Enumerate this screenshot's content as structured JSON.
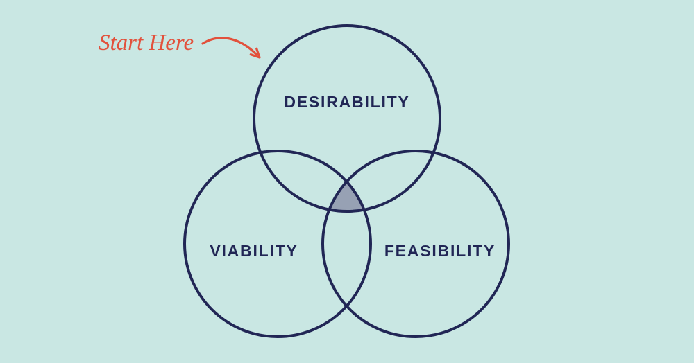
{
  "diagram": {
    "type": "venn",
    "annotation": {
      "label": "Start Here",
      "points_to": "desirability"
    },
    "circles": [
      {
        "id": "desirability",
        "label": "DESIRABILITY"
      },
      {
        "id": "viability",
        "label": "VIABILITY"
      },
      {
        "id": "feasibility",
        "label": "FEASIBILITY"
      }
    ],
    "intersection": {
      "circles": [
        "desirability",
        "viability",
        "feasibility"
      ],
      "shaded": true
    },
    "colors": {
      "background": "#c9e7e3",
      "circle_stroke": "#212655",
      "label_text": "#212655",
      "intersection_fill": "#97a1b4",
      "annotation_text": "#e2513c",
      "arrow": "#e2513c"
    }
  }
}
